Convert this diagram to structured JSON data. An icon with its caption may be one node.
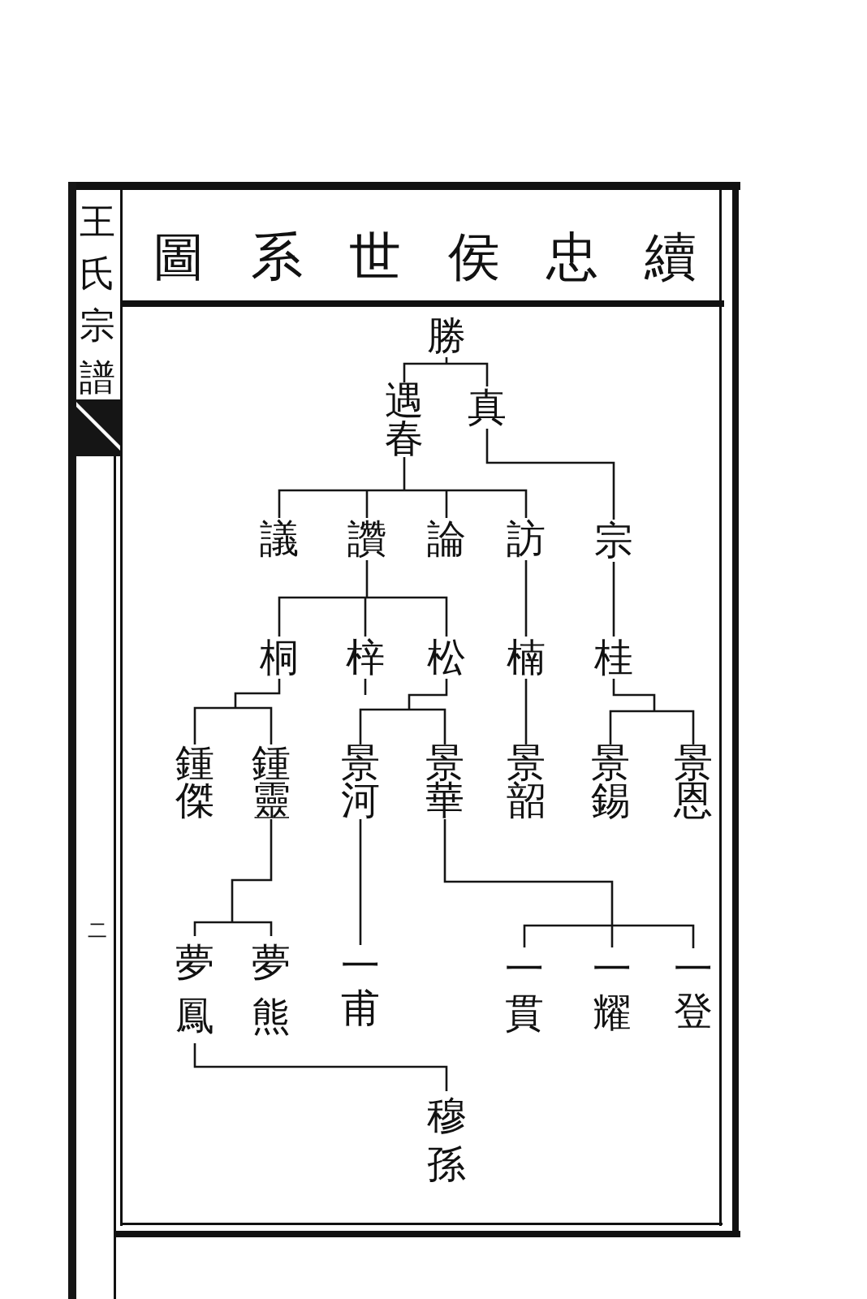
{
  "diagram": {
    "title": "圖系世侯忠續",
    "nodes": [
      {
        "text": [
          "勝"
        ]
      },
      {
        "text": [
          "遇春"
        ]
      },
      {
        "text": [
          "真"
        ]
      },
      {
        "text": [
          "議"
        ]
      },
      {
        "text": [
          "讚"
        ]
      },
      {
        "text": [
          "論"
        ]
      },
      {
        "text": [
          "訪"
        ]
      },
      {
        "text": [
          "宗"
        ]
      },
      {
        "text": [
          "桐"
        ]
      },
      {
        "text": [
          "梓"
        ]
      },
      {
        "text": [
          "松"
        ]
      },
      {
        "text": [
          "楠"
        ]
      },
      {
        "text": [
          "桂"
        ]
      },
      {
        "text": [
          "鍾傑"
        ]
      },
      {
        "text": [
          "鍾靈"
        ]
      },
      {
        "text": [
          "景河"
        ]
      },
      {
        "text": [
          "景華"
        ]
      },
      {
        "text": [
          "景韶"
        ]
      },
      {
        "text": [
          "景錫"
        ]
      },
      {
        "text": [
          "景恩"
        ]
      },
      {
        "text": [
          "夢鳳"
        ]
      },
      {
        "text": [
          "夢熊"
        ]
      },
      {
        "text": [
          "一甫"
        ]
      },
      {
        "text": [
          "一貫"
        ]
      },
      {
        "text": [
          "一耀"
        ]
      },
      {
        "text": [
          "一登"
        ]
      },
      {
        "text": [
          "穆孫"
        ]
      }
    ],
    "edges": [
      {
        "from": 0,
        "to": 1,
        "arrow": "none"
      },
      {
        "from": 0,
        "to": 2,
        "arrow": "none"
      },
      {
        "from": 1,
        "to": 3,
        "arrow": "none"
      },
      {
        "from": 1,
        "to": 4,
        "arrow": "none"
      },
      {
        "from": 1,
        "to": 5,
        "arrow": "none"
      },
      {
        "from": 1,
        "to": 6,
        "arrow": "none"
      },
      {
        "from": 2,
        "to": 7,
        "arrow": "none"
      },
      {
        "from": 4,
        "to": 8,
        "arrow": "none"
      },
      {
        "from": 4,
        "to": 9,
        "arrow": "none"
      },
      {
        "from": 4,
        "to": 10,
        "arrow": "none"
      },
      {
        "from": 9,
        "to": null,
        "arrow": "none"
      },
      {
        "from": 6,
        "to": 11,
        "arrow": "none"
      },
      {
        "from": 7,
        "to": 12,
        "arrow": "none"
      },
      {
        "from": 8,
        "to": 13,
        "arrow": "none"
      },
      {
        "from": 8,
        "to": 14,
        "arrow": "none"
      },
      {
        "from": 10,
        "to": 15,
        "arrow": "none"
      },
      {
        "from": 10,
        "to": 16,
        "arrow": "none"
      },
      {
        "from": 11,
        "to": 17,
        "arrow": "none"
      },
      {
        "from": 12,
        "to": 18,
        "arrow": "none"
      },
      {
        "from": 12,
        "to": 19,
        "arrow": "none"
      },
      {
        "from": 14,
        "to": 20,
        "arrow": "none"
      },
      {
        "from": 14,
        "to": 21,
        "arrow": "none"
      },
      {
        "from": 15,
        "to": 22,
        "arrow": "none"
      },
      {
        "from": 16,
        "to": 23,
        "arrow": "none"
      },
      {
        "from": 16,
        "to": 24,
        "arrow": "none"
      },
      {
        "from": 16,
        "to": 25,
        "arrow": "none"
      },
      {
        "from": 20,
        "to": 26,
        "arrow": "none"
      }
    ],
    "labels": [
      "王氏宗譜",
      "二"
    ]
  }
}
